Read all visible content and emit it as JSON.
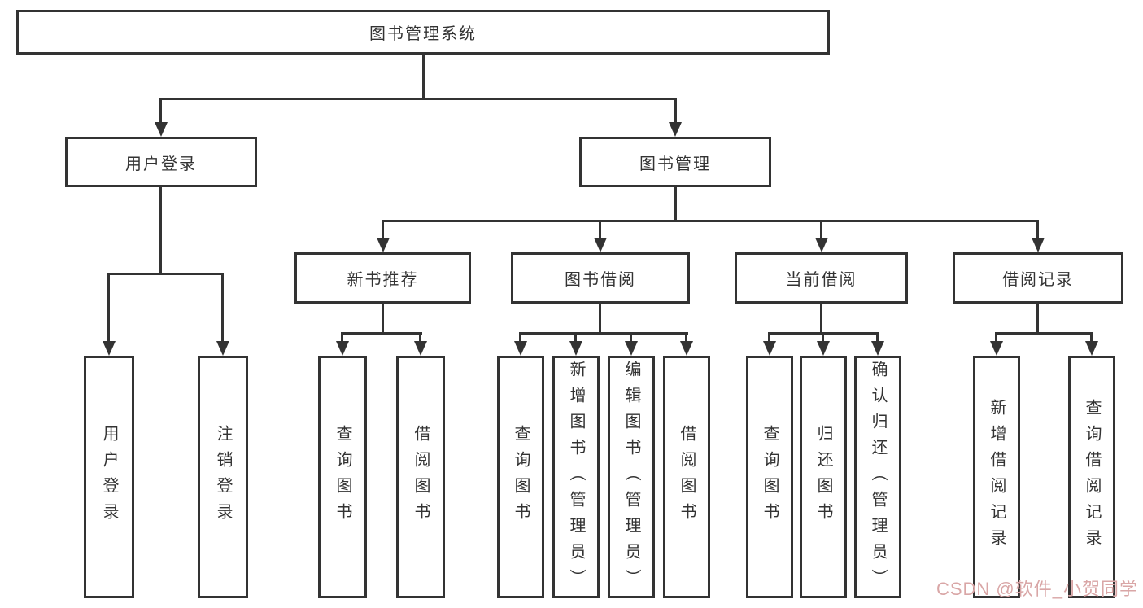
{
  "tree": {
    "label": "图书管理系统",
    "children": [
      {
        "label": "用户登录",
        "children": [
          {
            "label": "用户登录"
          },
          {
            "label": "注销登录"
          }
        ]
      },
      {
        "label": "图书管理",
        "children": [
          {
            "label": "新书推荐",
            "children": [
              {
                "label": "查询图书"
              },
              {
                "label": "借阅图书"
              }
            ]
          },
          {
            "label": "图书借阅",
            "children": [
              {
                "label": "查询图书"
              },
              {
                "label": "新增图书（管理员）"
              },
              {
                "label": "编辑图书（管理员）"
              },
              {
                "label": "借阅图书"
              }
            ]
          },
          {
            "label": "当前借阅",
            "children": [
              {
                "label": "查询图书"
              },
              {
                "label": "归还图书"
              },
              {
                "label": "确认归还（管理员）"
              }
            ]
          },
          {
            "label": "借阅记录",
            "children": [
              {
                "label": "新增借阅记录"
              },
              {
                "label": "查询借阅记录"
              }
            ]
          }
        ]
      }
    ]
  },
  "watermark": {
    "text": "CSDN @软件_小贺同学"
  },
  "colors": {
    "line": "#333333",
    "text": "#333333",
    "watermark": "#d9a6a6",
    "background": "#ffffff"
  }
}
